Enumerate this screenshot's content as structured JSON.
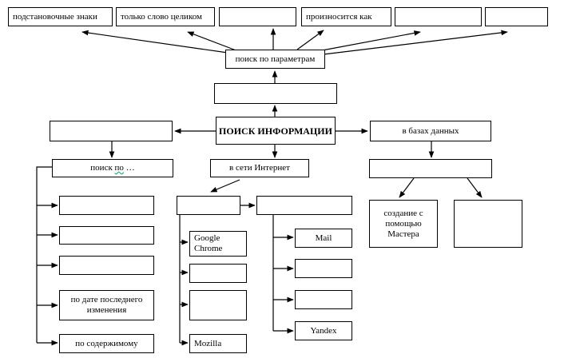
{
  "diagram": {
    "root": "ПОИСК ИНФОРМАЦИИ",
    "param_search": "поиск по параметрам",
    "param_options": [
      "подстановочные знаки",
      "только слово целиком",
      "",
      "произносится как",
      "",
      ""
    ],
    "above_root_blank": "",
    "left_blank": "",
    "search_by_prefix": "поиск",
    "search_by_underlined": "по",
    "search_by_suffix": " …",
    "search_by_items": [
      "",
      "",
      "",
      "по дате последнего изменения",
      "по содержимому"
    ],
    "internet": "в сети Интернет",
    "browsers": [
      "Google Chrome",
      "",
      "",
      "Mozilla"
    ],
    "search_engines": [
      "Mail",
      "",
      "",
      "Yandex"
    ],
    "databases": "в базах данных",
    "db_sub_blank": "",
    "db_items": [
      "создание с помощью Мастера",
      ""
    ]
  }
}
